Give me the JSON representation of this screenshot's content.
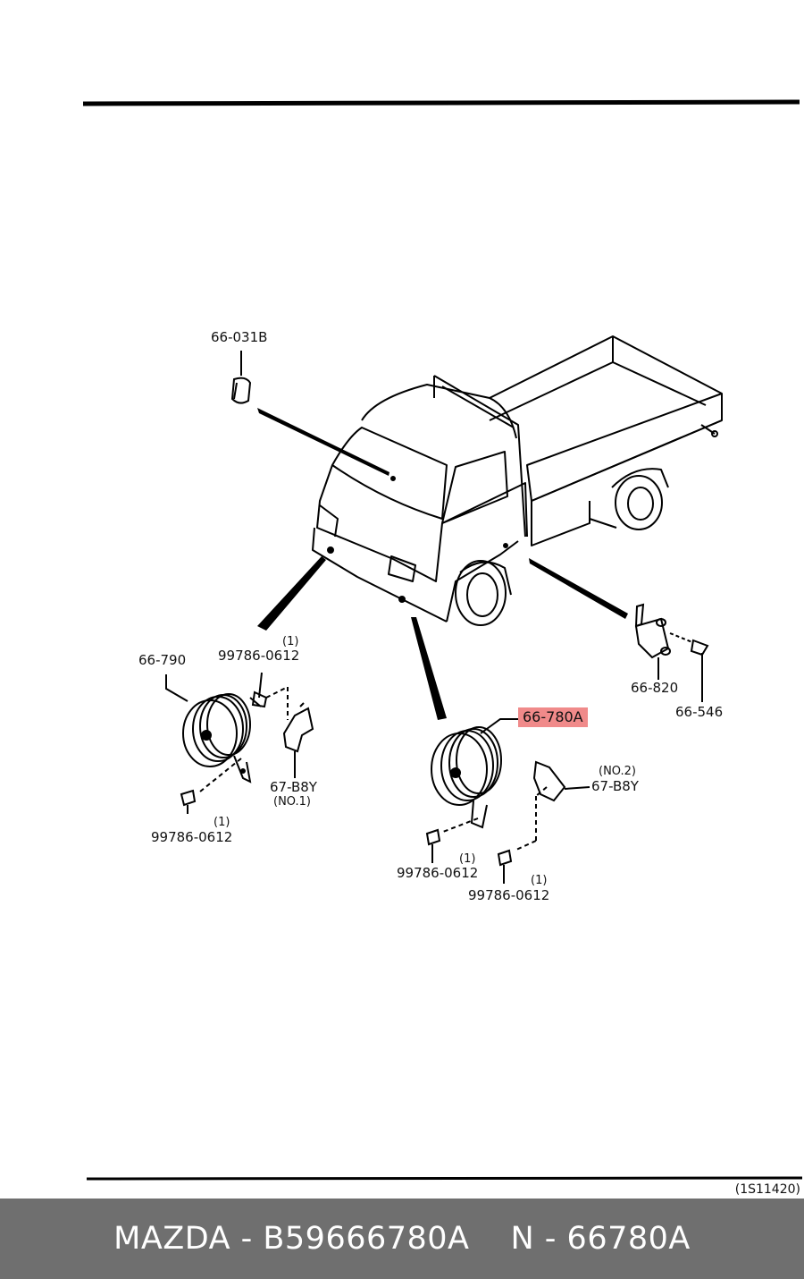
{
  "diagram": {
    "labels": {
      "glass": "66-031B",
      "horn_left": "66-790",
      "horn_right_highlighted": "66-780A",
      "bolt_left_top": "99786-0612",
      "bolt_left_top_qty": "(1)",
      "bolt_left_bottom": "99786-0612",
      "bolt_left_bottom_qty": "(1)",
      "bracket_left": "67-B8Y",
      "bracket_left_no": "(NO.1)",
      "bracket_right": "67-B8Y",
      "bracket_right_no": "(NO.2)",
      "bolt_right_a": "99786-0612",
      "bolt_right_a_qty": "(1)",
      "bolt_right_b": "99786-0612",
      "bolt_right_b_qty": "(1)",
      "switch": "66-820",
      "screw": "66-546"
    },
    "reference_code": "(1S11420)",
    "highlight_color": "#f08a8a"
  },
  "footer": {
    "part_info": "MAZDA - B59666780A",
    "part_number": "N - 66780A",
    "background_color": "#6f6f6f"
  }
}
